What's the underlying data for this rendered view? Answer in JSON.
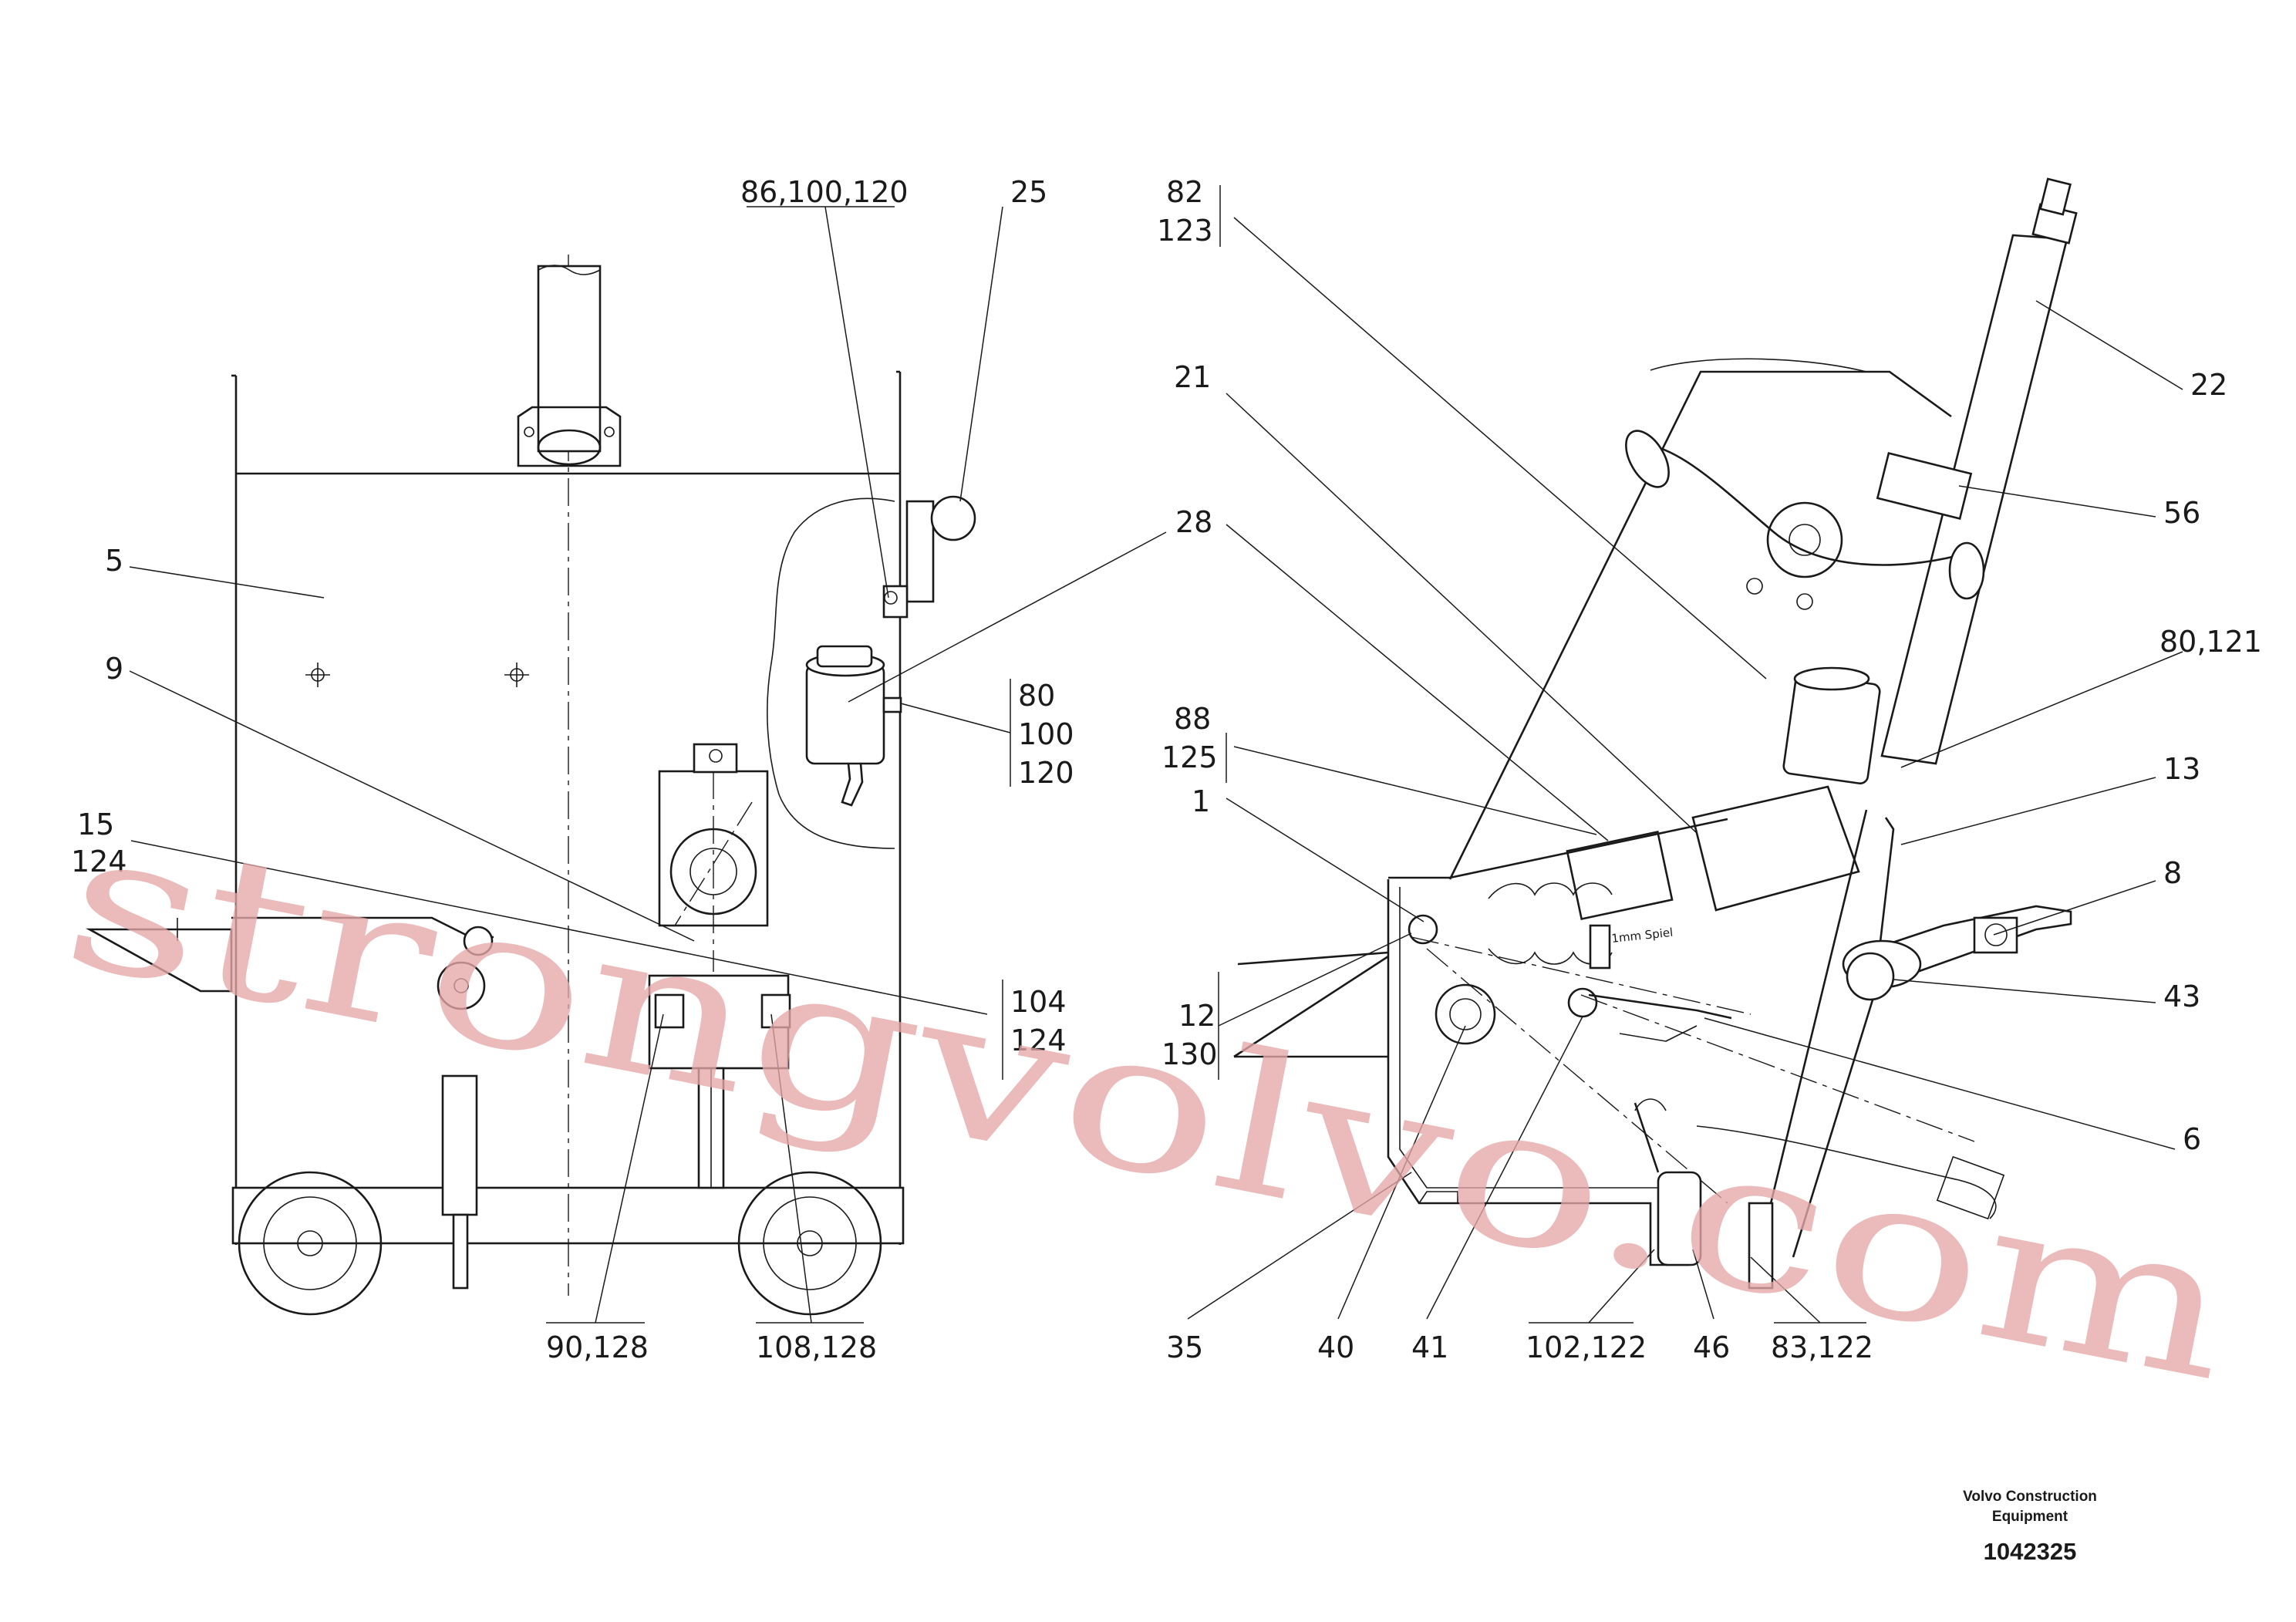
{
  "callouts": {
    "c_86_100_120": "86,100,120",
    "c_25": "25",
    "c_5": "5",
    "c_28": "28",
    "c_9": "9",
    "c_80": "80",
    "c_100": "100",
    "c_120": "120",
    "c_15": "15",
    "c_124a": "124",
    "c_104": "104",
    "c_124b": "124",
    "c_90_128": "90,128",
    "c_108_128": "108,128",
    "c_82": "82",
    "c_123": "123",
    "c_21": "21",
    "c_22": "22",
    "c_56": "56",
    "c_80_121": "80,121",
    "c_88": "88",
    "c_125": "125",
    "c_13": "13",
    "c_1": "1",
    "c_8": "8",
    "c_43": "43",
    "c_12": "12",
    "c_130": "130",
    "c_6": "6",
    "c_35": "35",
    "c_40": "40",
    "c_41": "41",
    "c_102_122": "102,122",
    "c_46": "46",
    "c_83_122": "83,122"
  },
  "note": "1mm Spiel",
  "watermark": "strongvolvo.com",
  "corner": {
    "company_line1": "Volvo Construction",
    "company_line2": "Equipment",
    "drawing_number": "1042325"
  }
}
